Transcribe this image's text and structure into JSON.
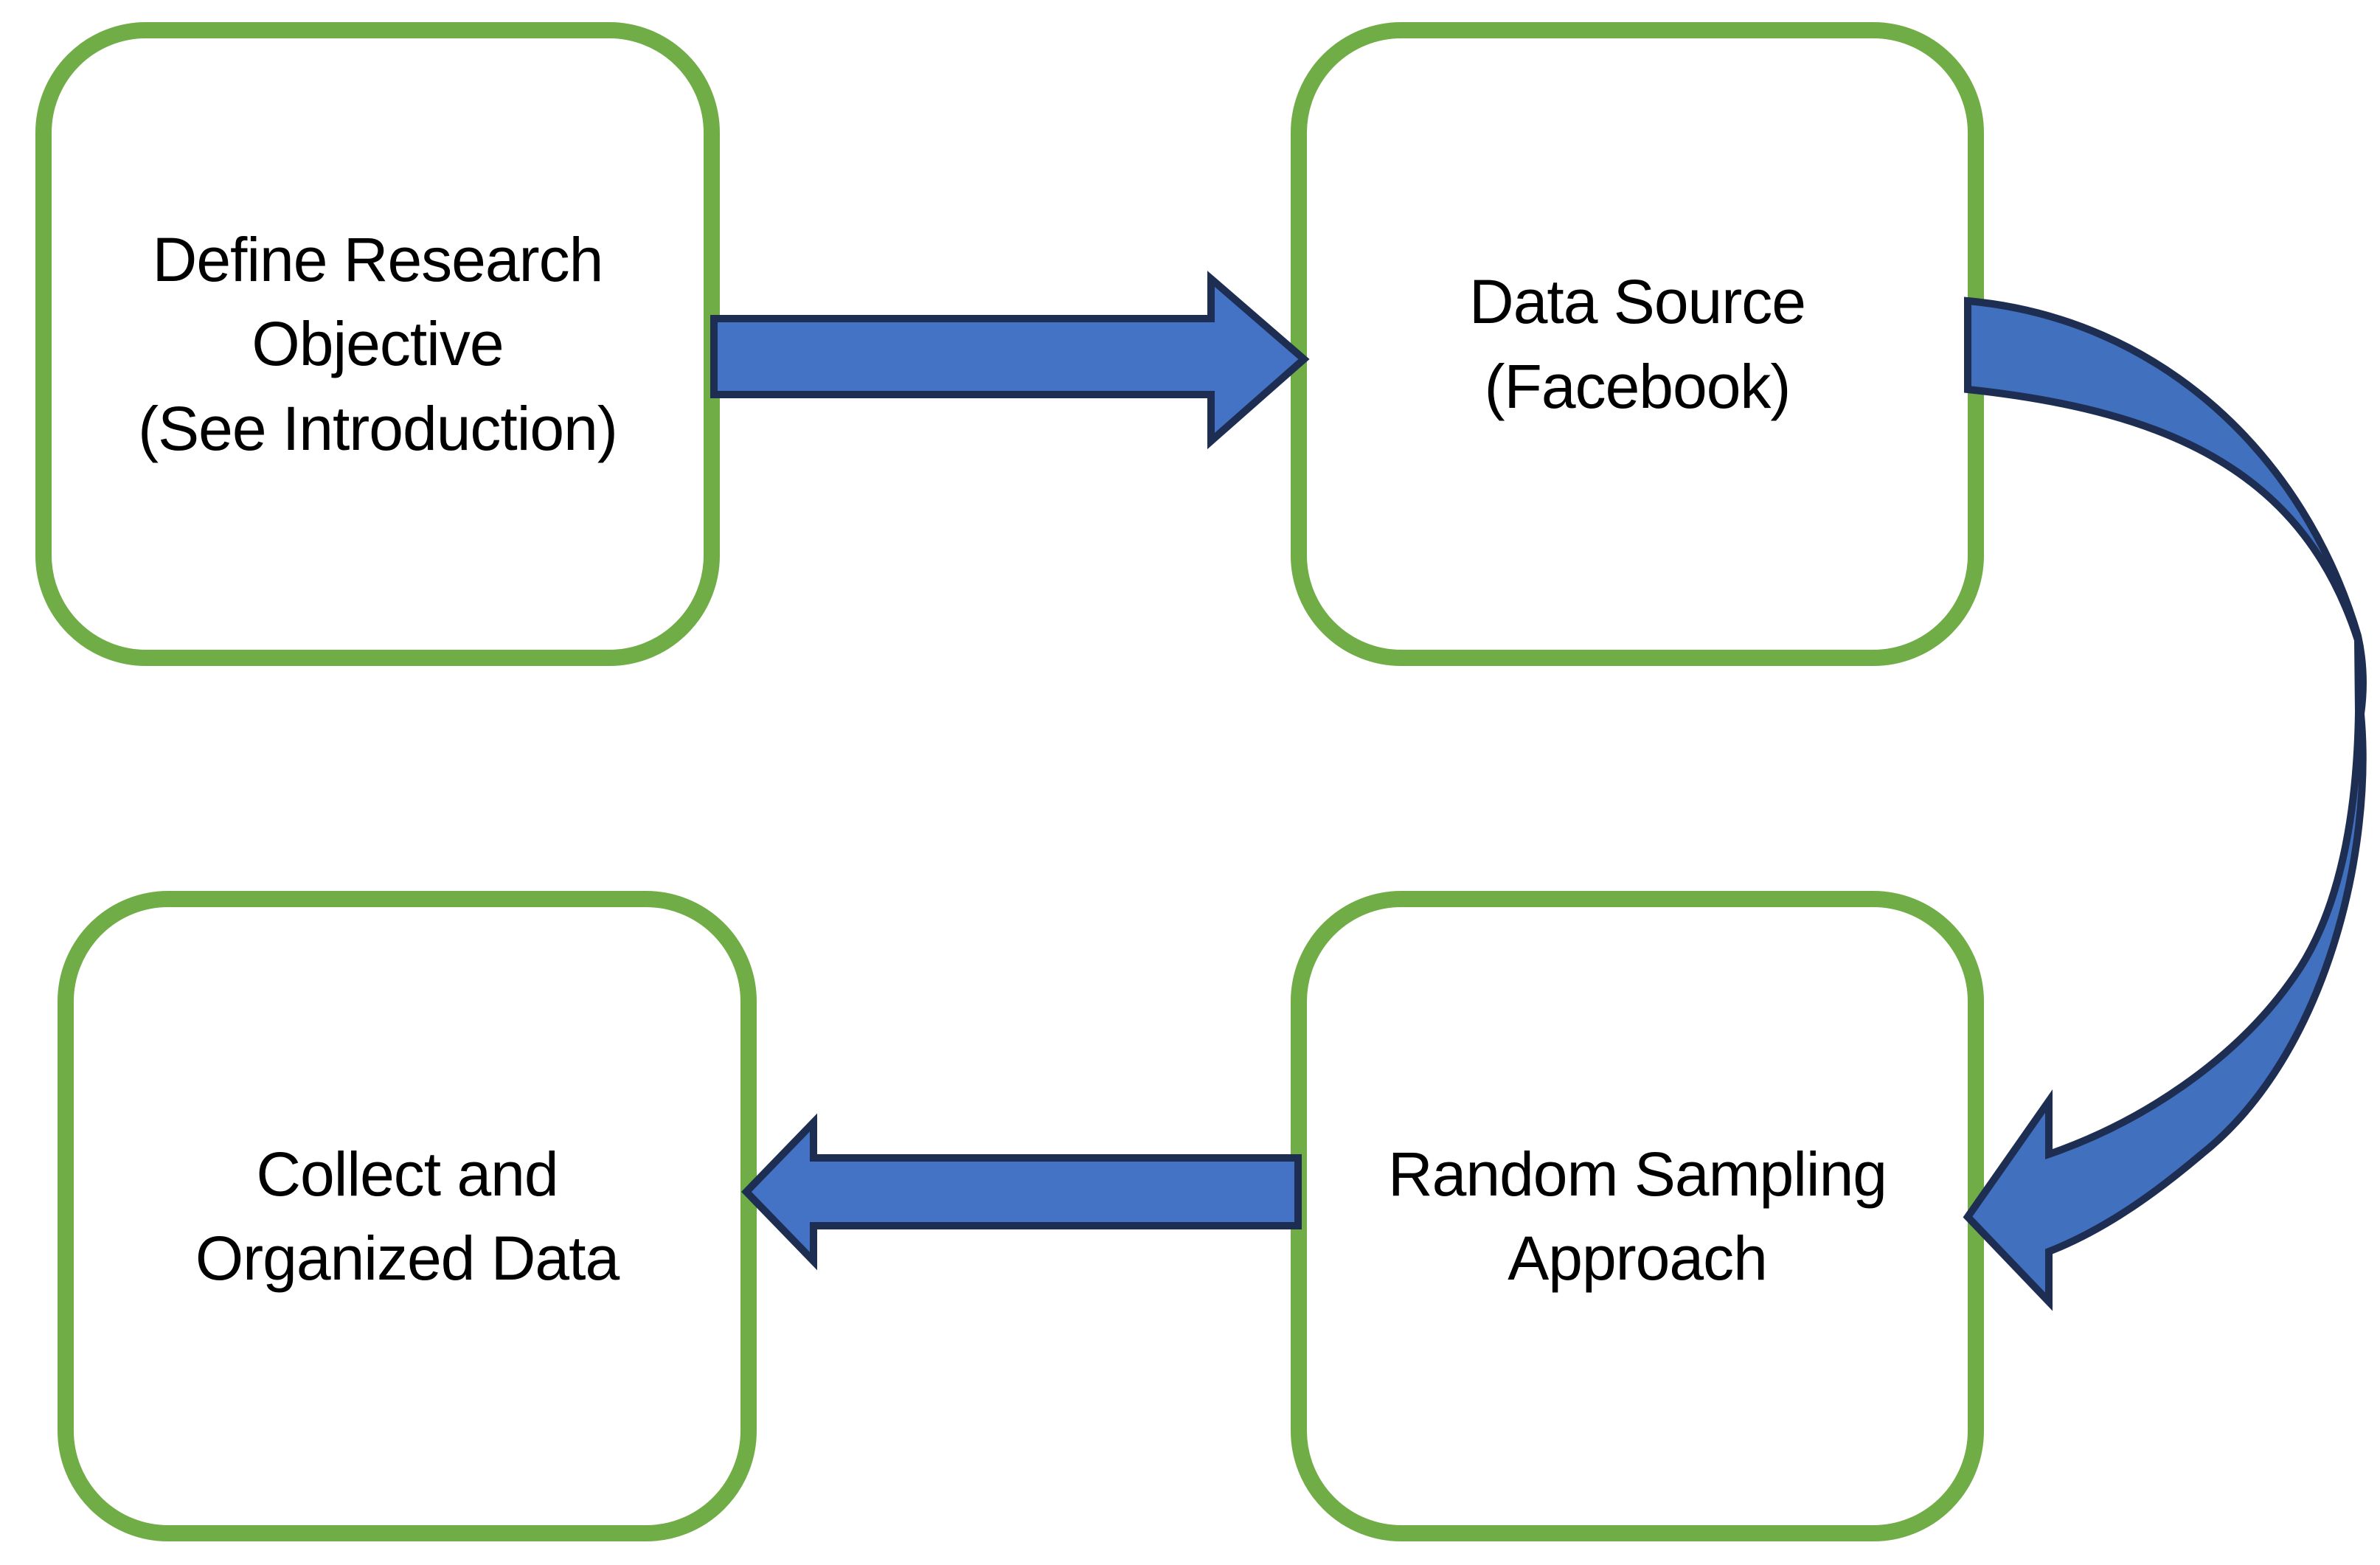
{
  "diagram": {
    "title": "Research data collection flowchart",
    "background": "#FFFFFF",
    "boxes": [
      {
        "id": "define-research-objective",
        "label": "Define Research\nObjective\n(See Introduction)"
      },
      {
        "id": "data-source-facebook",
        "label": "Data Source\n(Facebook)"
      },
      {
        "id": "random-sampling-approach",
        "label": "Random Sampling\nApproach"
      },
      {
        "id": "collect-and-organized-data",
        "label": "Collect and\nOrganized Data"
      }
    ],
    "arrows": [
      {
        "id": "arrow-objective-to-source",
        "from": "define-research-objective",
        "to": "data-source-facebook",
        "direction": "right"
      },
      {
        "id": "arrow-source-to-sampling",
        "from": "data-source-facebook",
        "to": "random-sampling-approach",
        "direction": "curved-down-left"
      },
      {
        "id": "arrow-sampling-to-collect",
        "from": "random-sampling-approach",
        "to": "collect-and-organized-data",
        "direction": "left"
      }
    ],
    "colors": {
      "box_border": "#70AD47",
      "box_fill": "#FFFFFF",
      "arrow_fill": "#4472C4",
      "arrow_fill_curved": "#4070BE",
      "arrow_stroke": "#1E2D52",
      "text": "#000000"
    }
  }
}
